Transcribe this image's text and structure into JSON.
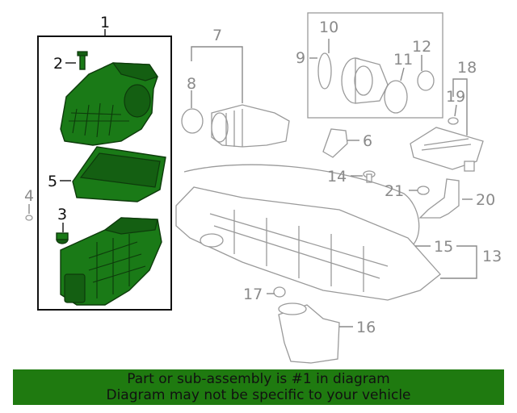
{
  "callouts": {
    "c1": "1",
    "c2": "2",
    "c3": "3",
    "c4": "4",
    "c5": "5",
    "c6": "6",
    "c7": "7",
    "c8": "8",
    "c9": "9",
    "c10": "10",
    "c11": "11",
    "c12": "12",
    "c13": "13",
    "c14": "14",
    "c15": "15",
    "c16": "16",
    "c17": "17",
    "c18": "18",
    "c19": "19",
    "c20": "20",
    "c21": "21"
  },
  "banner": {
    "line1": "Part or sub-assembly is #1 in diagram",
    "line2": "Diagram may not be specific to your vehicle"
  },
  "colors": {
    "highlight": "#1a7a17",
    "banner": "#1f7a10",
    "muted": "#8a8a8a"
  }
}
